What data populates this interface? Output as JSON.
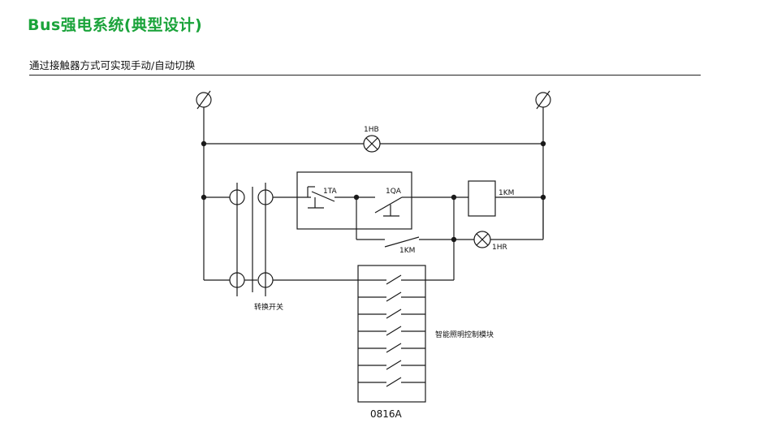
{
  "header": {
    "title": "Bus强电系统(典型设计)",
    "subtitle": "通过接触器方式可实现手动/自动切换"
  },
  "labels": {
    "lamp_top": "1HB",
    "contact_1ta": "1TA",
    "contact_1qa": "1QA",
    "coil_1km": "1KM",
    "contact_1km": "1KM",
    "lamp_1hr": "1HR",
    "transfer_switch": "转换开关",
    "lighting_module": "智能照明控制模块",
    "module_model": "0816A"
  },
  "colors": {
    "title": "#1aa33a",
    "lines": "#1a1a1a"
  },
  "icons": [
    "fuse-terminal-icon",
    "indicator-lamp-icon",
    "coil-icon",
    "switch-contact-icon"
  ]
}
